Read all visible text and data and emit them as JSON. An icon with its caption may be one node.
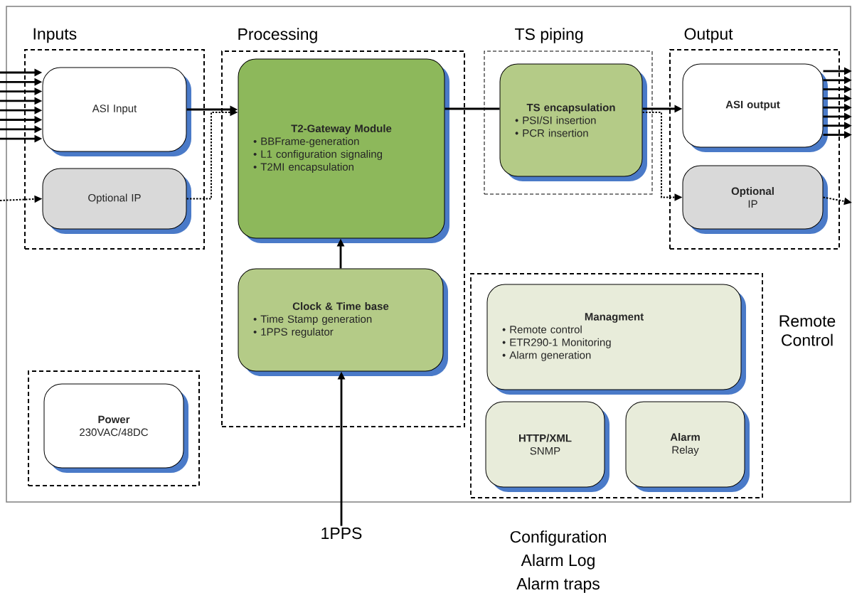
{
  "diagram": {
    "nodes": [
      {
        "text": [
          "Inputs"
        ]
      },
      {
        "text": [
          "ASI Input"
        ],
        "in": 0
      },
      {
        "text": [
          "Optional IP"
        ],
        "in": 0
      },
      {
        "text": [
          "Processing"
        ]
      },
      {
        "text": [
          "T2-Gateway Module",
          "• BBFrame-generation",
          "• L1 configuration signaling",
          "• T2MI encapsulation"
        ],
        "in": 3
      },
      {
        "text": [
          "Clock & Time base",
          "• Time Stamp generation",
          "• 1PPS regulator"
        ],
        "in": 3
      },
      {
        "text": [
          "TS piping"
        ]
      },
      {
        "text": [
          "TS encapsulation",
          "• PSI/SI insertion",
          "• PCR insertion"
        ],
        "in": 6
      },
      {
        "text": [
          "Output"
        ]
      },
      {
        "text": [
          "ASI output"
        ],
        "in": 8
      },
      {
        "text": [
          "Optional",
          "IP"
        ],
        "in": 8
      },
      {
        "text": [],
        "shape": "box"
      },
      {
        "text": [
          "Power",
          "230VAC/48DC"
        ],
        "in": 11
      },
      {
        "text": [
          "Remote Control"
        ]
      },
      {
        "text": [
          "Managment",
          "• Remote control",
          "• ETR290-1 Monitoring",
          "• Alarm generation"
        ],
        "in": 13
      },
      {
        "text": [
          "HTTP/XML",
          "SNMP"
        ],
        "in": 13
      },
      {
        "text": [
          "Alarm",
          "Relay"
        ],
        "in": 13
      },
      {
        "text": [
          "1PPS"
        ]
      }
    ],
    "edges": [
      {
        "from": null,
        "to": 1,
        "arrow": "to"
      },
      {
        "from": null,
        "to": 1,
        "arrow": "to"
      },
      {
        "from": null,
        "to": 1,
        "arrow": "to"
      },
      {
        "from": null,
        "to": 1,
        "arrow": "to"
      },
      {
        "from": null,
        "to": 1,
        "arrow": "to"
      },
      {
        "from": null,
        "to": 1,
        "arrow": "to"
      },
      {
        "from": null,
        "to": 1,
        "arrow": "to"
      },
      {
        "from": null,
        "to": 1,
        "arrow": "to"
      },
      {
        "from": null,
        "to": 2,
        "arrow": "to",
        "style": "dashed"
      },
      {
        "from": 1,
        "to": 4,
        "arrow": "to"
      },
      {
        "from": 2,
        "to": 4,
        "arrow": "to",
        "style": "dashed"
      },
      {
        "from": 4,
        "to": 7,
        "arrow": "none"
      },
      {
        "from": 7,
        "to": 9,
        "arrow": "to"
      },
      {
        "from": 7,
        "to": 10,
        "arrow": "to",
        "style": "dashed"
      },
      {
        "from": 9,
        "to": null,
        "arrow": "to"
      },
      {
        "from": 9,
        "to": null,
        "arrow": "to"
      },
      {
        "from": 9,
        "to": null,
        "arrow": "to"
      },
      {
        "from": 9,
        "to": null,
        "arrow": "to"
      },
      {
        "from": 9,
        "to": null,
        "arrow": "to"
      },
      {
        "from": 9,
        "to": null,
        "arrow": "to"
      },
      {
        "from": 9,
        "to": null,
        "arrow": "to"
      },
      {
        "from": 9,
        "to": null,
        "arrow": "to"
      },
      {
        "from": 10,
        "to": null,
        "arrow": "to",
        "style": "dashed"
      },
      {
        "from": 5,
        "to": 4,
        "arrow": "to"
      },
      {
        "from": 17,
        "to": 5,
        "arrow": "to"
      }
    ],
    "labels": [
      "Configuration",
      "Alarm Log",
      "Alarm traps"
    ]
  }
}
